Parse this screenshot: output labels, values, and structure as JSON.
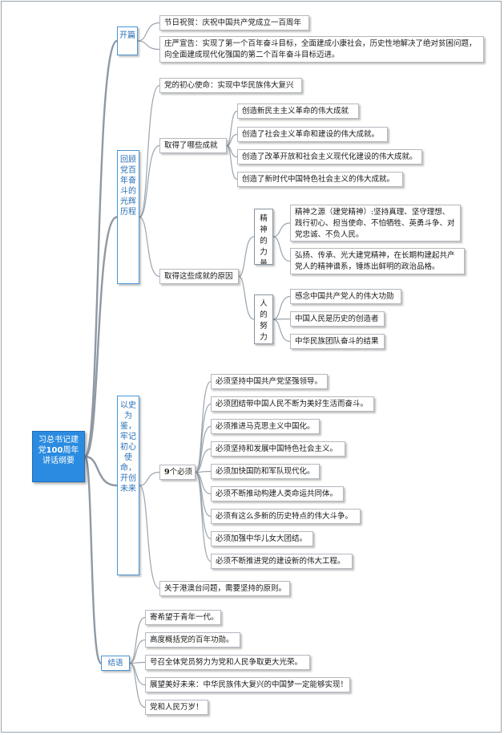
{
  "root": {
    "label_a": "习总书记建党",
    "label_num": "100",
    "label_b": "周年讲话纲要"
  },
  "sec1": {
    "title": "开篇",
    "items": [
      "节日祝贺：庆祝中国共产党成立一百周年",
      "庄严宣告：实现了第一个百年奋斗目标，全面建成小康社会，历史性地解决了绝对贫困问题，向全面建成现代化强国的第二个百年奋斗目标迈进。"
    ]
  },
  "sec2": {
    "title": "回顾党百年奋斗的光辉历程",
    "mission": "党的初心使命：实现中华民族伟大复兴",
    "achievements": {
      "label": "取得了哪些成就",
      "items": [
        "创造新民主主义革命的伟大成就",
        "创造了社会主义革命和建设的伟大成就。",
        "创造了改革开放和社会主义现代化建设的伟大成就。",
        "创造了新时代中国特色社会主义的伟大成就。"
      ]
    },
    "reasons": {
      "label": "取得这些成就的原因",
      "spirit": {
        "label": "精神的力量",
        "items": [
          "精神之源（建党精神）:坚持真理、坚守理想、践行初心、担当使命、不怕牺牲、英勇斗争、对党忠诚、不负人民。",
          "弘扬、传承、光大建党精神，在长期构建起共产党人的精神谱系，锤炼出鲜明的政治品格。"
        ]
      },
      "effort": {
        "label": "人的努力",
        "items": [
          "感念中国共产党人的伟大功勋",
          "中国人民是历史的创造者",
          "中华民族团队奋斗的结果"
        ]
      }
    }
  },
  "sec3": {
    "title": "以史为鉴，牢记初心使命，开创未来",
    "musts": {
      "label_num": "9",
      "label_text": "个必须",
      "items": [
        "必须坚持中国共产党坚强领导。",
        "必须团结带中国人民不断为美好生活而奋斗。",
        "必须推进马克思主义中国化。",
        "必须坚持和发展中国特色社会主义。",
        "必须加快国防和军队现代化。",
        "必须不断推动构建人类命运共同体。",
        "必须有这么多新的历史特点的伟大斗争。",
        "必须加强中华儿女大团结。",
        "必须不断推进党的建设新的伟大工程。"
      ]
    },
    "hkmo": "关于港澳台问题，需要坚持的原则。"
  },
  "sec4": {
    "title": "结语",
    "items": [
      "寄希望于青年一代。",
      "高度概括党的百年功勋。",
      "号召全体党员努力为党和人民争取更大光荣。",
      "展望美好未来：中华民族伟大复兴的中国梦一定能够实现！",
      "党和人民万岁！"
    ]
  }
}
